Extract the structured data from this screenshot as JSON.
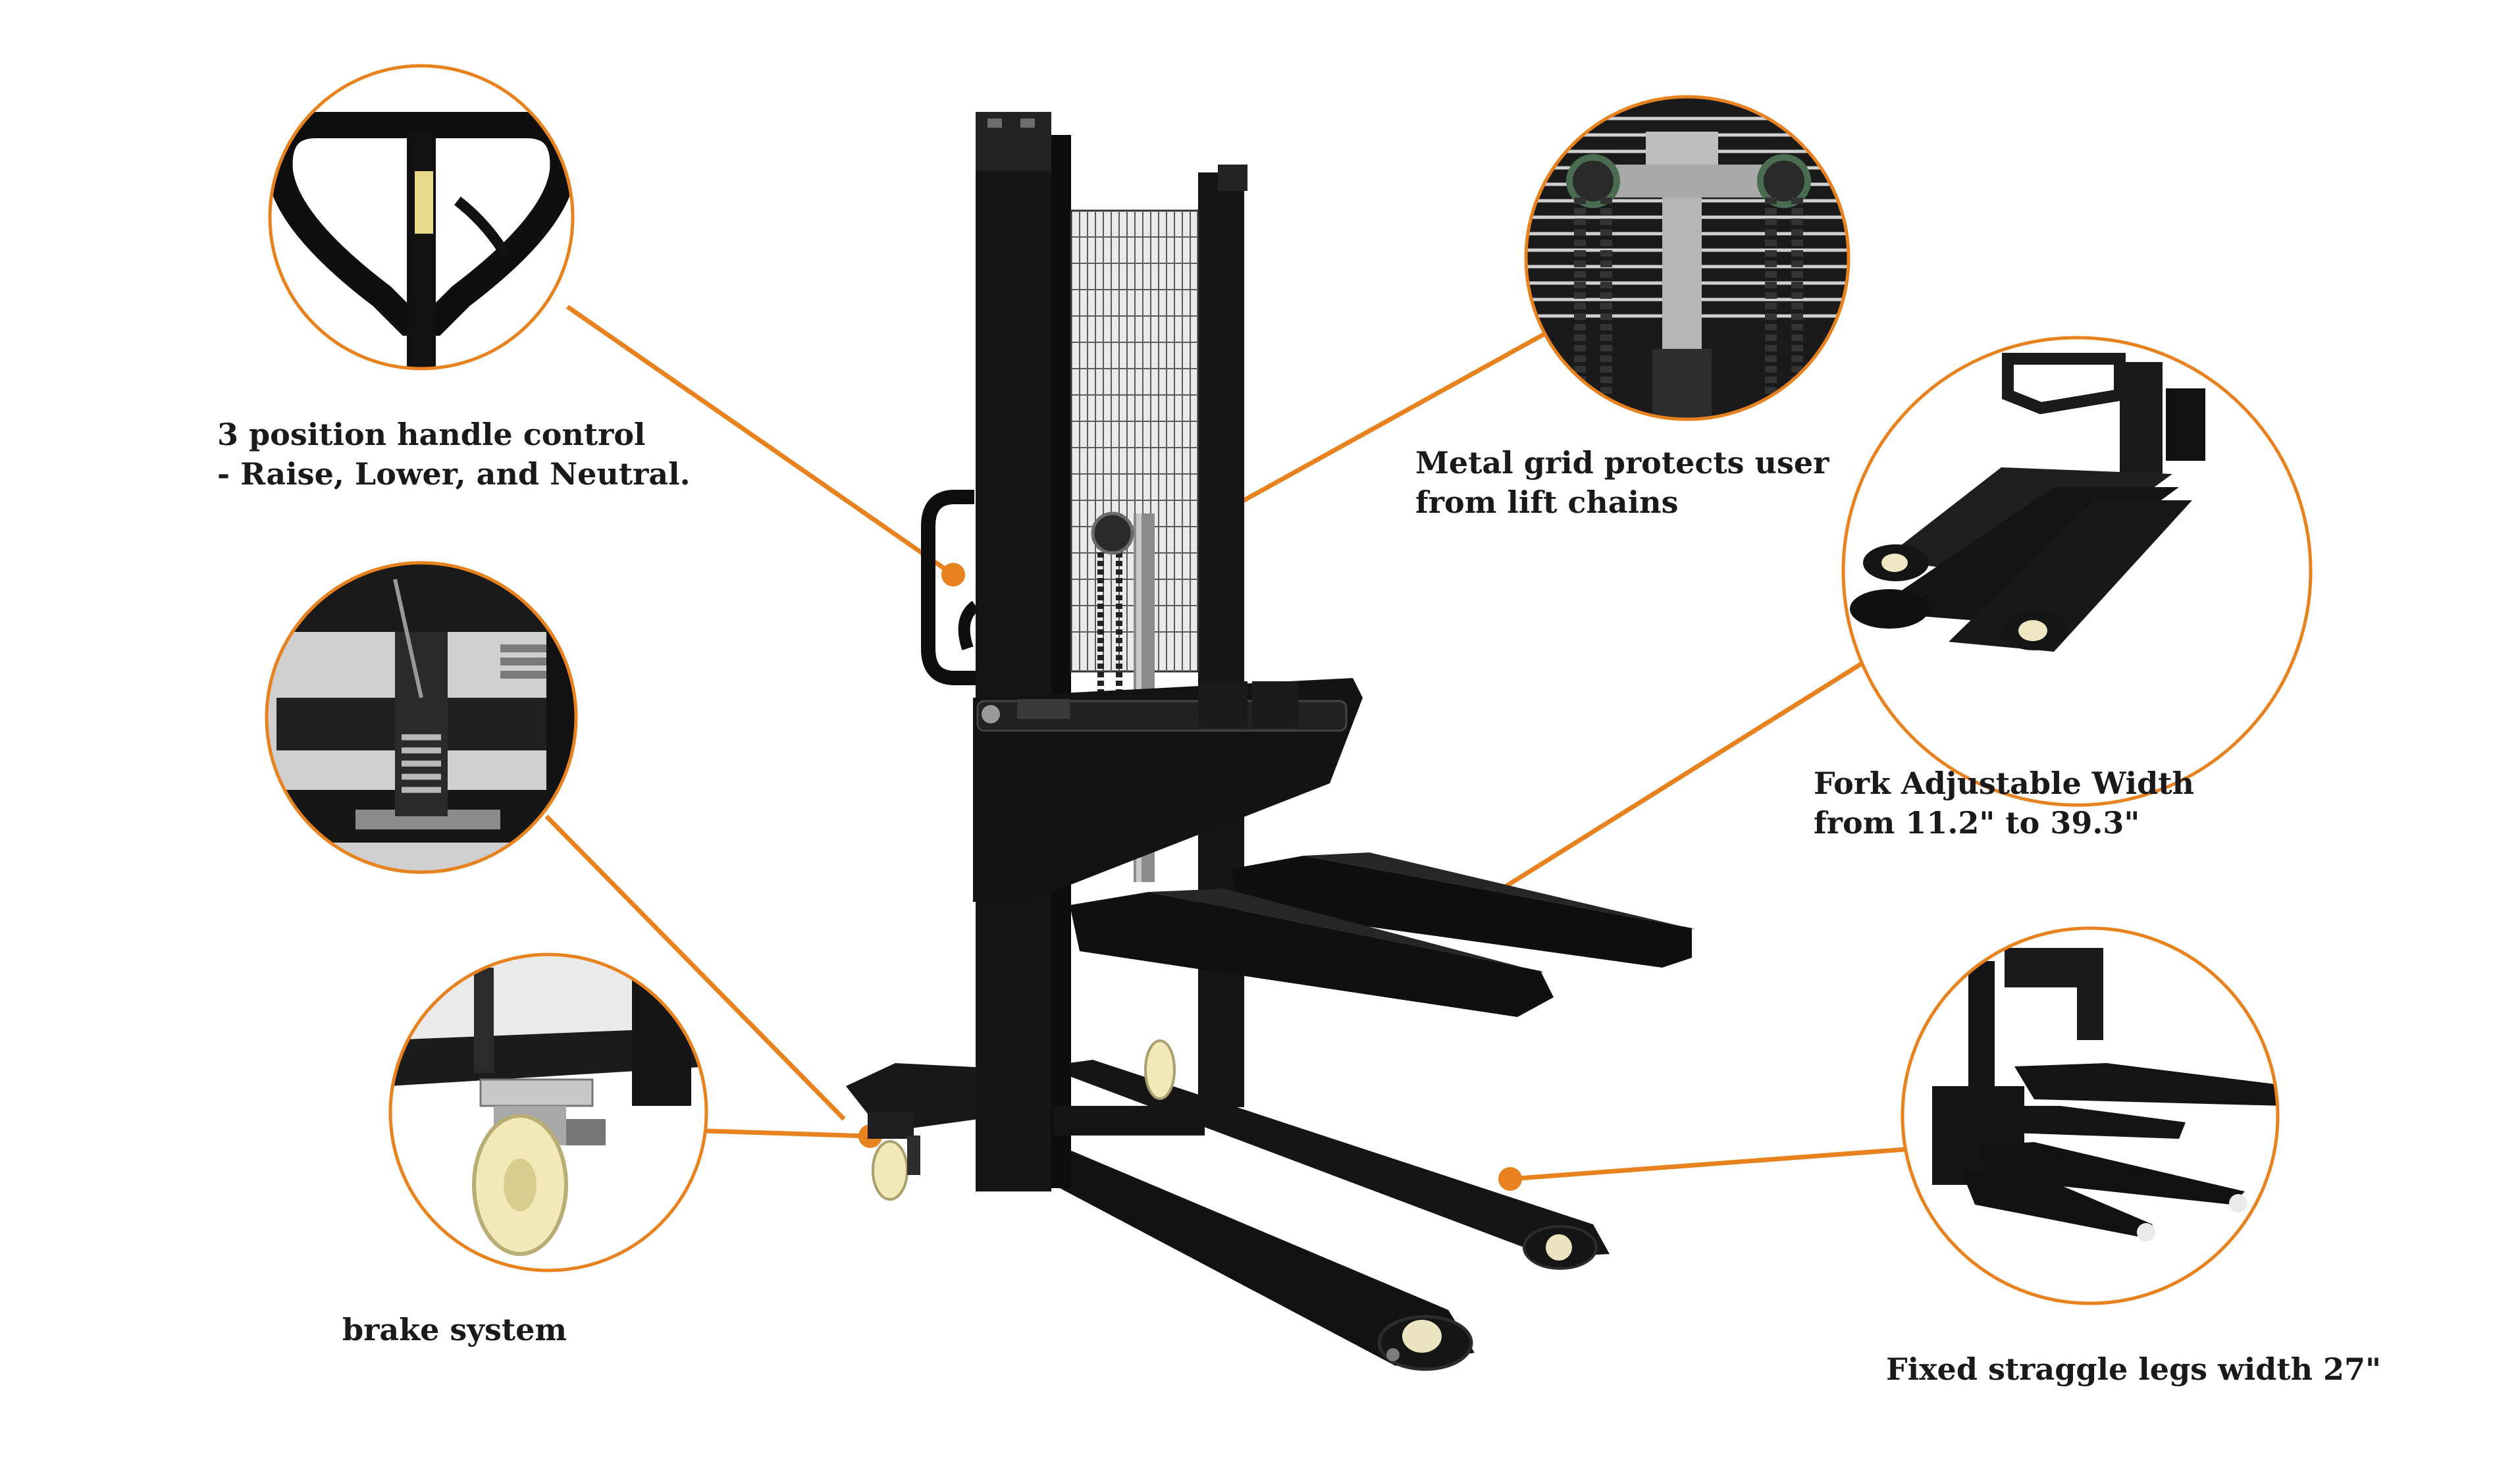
{
  "colors": {
    "accent": "#E8821E",
    "frame": "#141414",
    "steel": "#2a2a2a",
    "wheel": "#f1e9b8",
    "background": "#ffffff"
  },
  "callouts": {
    "handle": {
      "line1": "3 position handle control",
      "line2": "- Raise, Lower, and Neutral.",
      "icon": "handle-detail-icon"
    },
    "grid": {
      "line1": "Metal grid protects user",
      "line2": "from lift chains",
      "icon": "chain-grid-detail-icon"
    },
    "fork": {
      "line1": "Fork Adjustable Width",
      "line2": "from 11.2\" to 39.3\"",
      "icon": "fork-detail-icon"
    },
    "legs": {
      "line1": "Fixed straggle legs width 27\"",
      "icon": "legs-detail-icon"
    },
    "brake": {
      "line1": "brake system",
      "icon": "brake-wheel-detail-icon"
    },
    "pump": {
      "icon": "pump-spring-detail-icon"
    }
  },
  "product": {
    "icon": "manual-stacker-icon"
  }
}
